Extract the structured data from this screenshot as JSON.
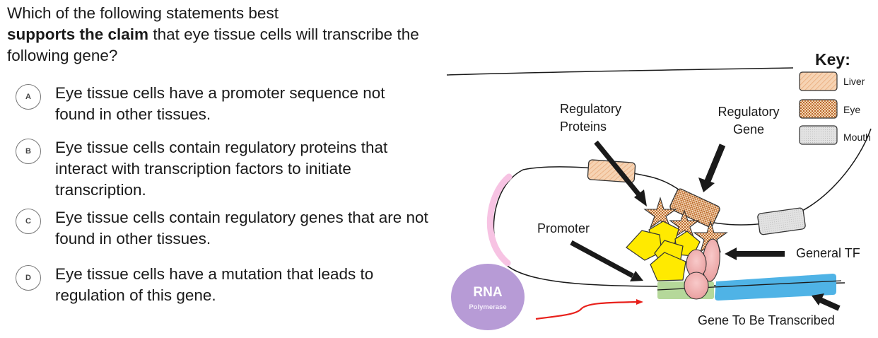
{
  "question": {
    "prefix": "Which of the following statements best",
    "bold": "supports the claim",
    "suffix": "that eye tissue cells will transcribe the following gene?"
  },
  "options": [
    {
      "letter": "A",
      "text": "Eye tissue cells have a promoter sequence not found in other tissues."
    },
    {
      "letter": "B",
      "text": "Eye tissue cells contain regulatory proteins that interact with transcription factors to initiate transcription."
    },
    {
      "letter": "C",
      "text": "Eye tissue cells contain regulatory genes that are not found in other tissues."
    },
    {
      "letter": "D",
      "text": "Eye tissue cells have a mutation that leads to regulation of this gene."
    }
  ],
  "diagram": {
    "key": {
      "title": "Key:",
      "items": [
        {
          "label": "Liver",
          "pattern": "diagonal-hatch",
          "color": "#f3c9a4"
        },
        {
          "label": "Eye",
          "pattern": "checker",
          "color": "#c8762e"
        },
        {
          "label": "Mouth",
          "pattern": "dotted-gray",
          "color": "#dcdcdc"
        }
      ]
    },
    "labels": {
      "regulatory_proteins_line1": "Regulatory",
      "regulatory_proteins_line2": "Proteins",
      "regulatory_gene_line1": "Regulatory",
      "regulatory_gene_line2": "Gene",
      "promoter": "Promoter",
      "general_tf": "General TF",
      "gene_to_be_transcribed": "Gene To Be Transcribed",
      "rna_line1": "RNA",
      "rna_line2": "Polymerase"
    },
    "colors": {
      "pentagon": "#ffea00",
      "general_tf": "#f4b6b6",
      "promoter_region": "#b5d89a",
      "gene_region": "#4fb3e6",
      "rna_polymerase": "#b79bd6",
      "pink_arc": "#f7c3e3",
      "red_arrow": "#e8201b"
    }
  }
}
